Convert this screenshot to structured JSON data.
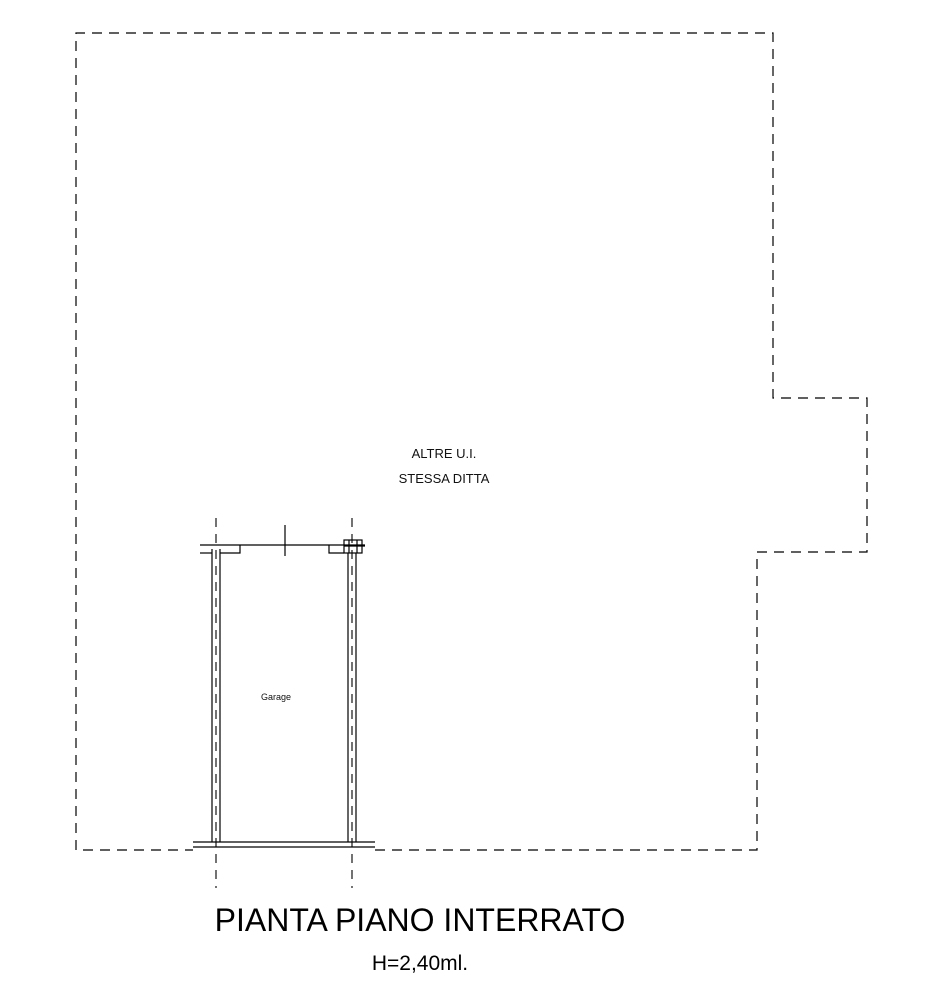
{
  "plan": {
    "title": "PIANTA PIANO INTERRATO",
    "height_note": "H=2,40ml.",
    "other_units_line1": "ALTRE U.I.",
    "other_units_line2": "STESSA DITTA",
    "room_label": "Garage"
  },
  "colors": {
    "ink": "#000000",
    "text": "#111111",
    "background": "#ffffff"
  }
}
